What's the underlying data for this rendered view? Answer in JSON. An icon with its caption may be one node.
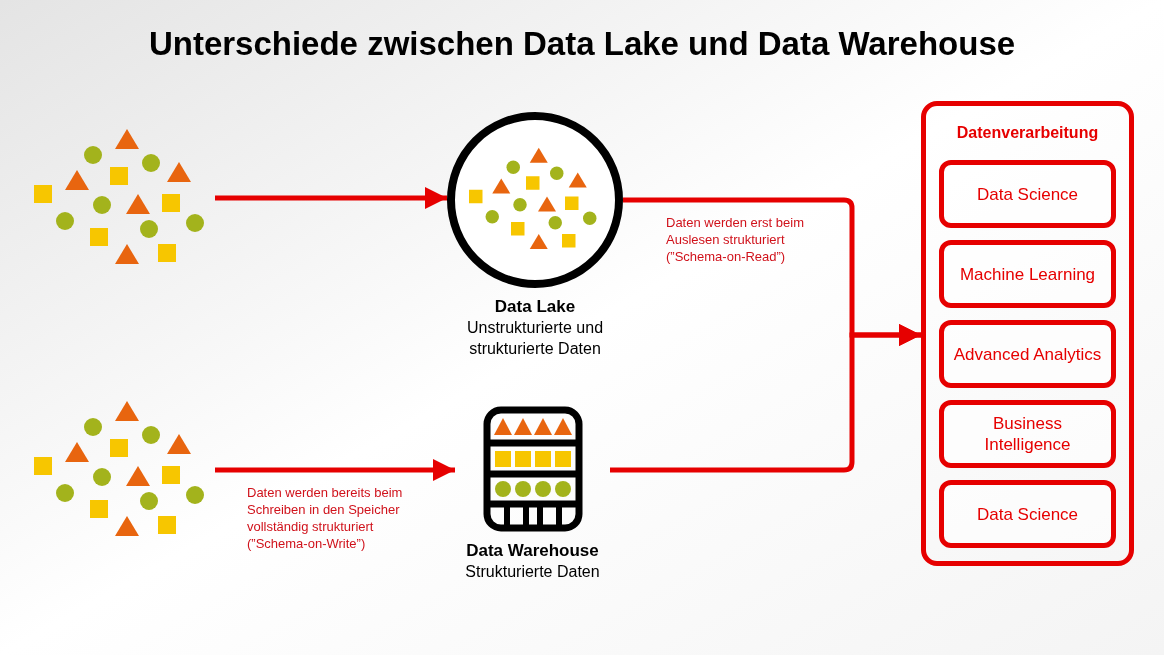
{
  "diagram": {
    "title": "Unterschiede zwischen Data Lake und Data Warehouse",
    "nodes": [
      {
        "text": [],
        "shape": "picture"
      },
      {
        "text": [
          "Data Lake",
          "Unstrukturierte und strukturierte Daten"
        ]
      },
      {
        "text": [],
        "shape": "picture"
      },
      {
        "text": [
          "Data Warehouse",
          "Strukturierte Daten"
        ]
      },
      {
        "text": [
          "Datenverarbeitung"
        ]
      },
      {
        "text": [
          "Data Science"
        ],
        "in": 4
      },
      {
        "text": [
          "Machine Learning"
        ],
        "in": 4
      },
      {
        "text": [
          "Advanced Analytics"
        ],
        "in": 4
      },
      {
        "text": [
          "Business Intelligence"
        ],
        "in": 4
      },
      {
        "text": [
          "Data Science"
        ],
        "in": 4
      }
    ],
    "edges": [
      {
        "from": 0,
        "to": 1,
        "arrow": "to"
      },
      {
        "from": 2,
        "to": 3,
        "arrow": "to",
        "label": "Daten werden bereits beim Schreiben in den Speicher vollständig strukturiert (”Schema-on-Write”)"
      },
      {
        "from": 1,
        "to": 4,
        "arrow": "to",
        "label": "Daten werden erst beim Auslesen strukturiert (”Schema-on-Read”)"
      },
      {
        "from": 3,
        "to": 4,
        "arrow": "to"
      }
    ]
  }
}
